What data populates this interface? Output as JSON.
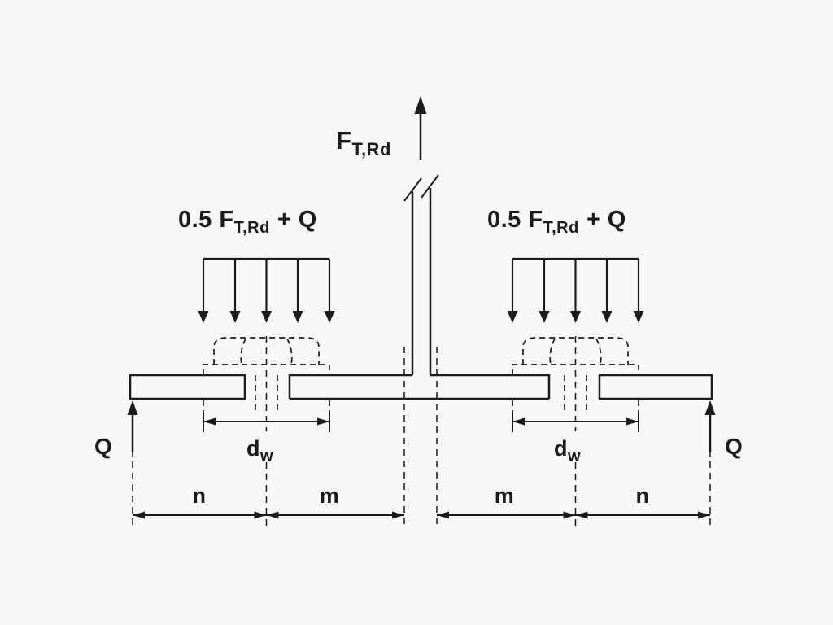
{
  "labels": {
    "tension_force": {
      "main": "F",
      "sub": "T,Rd"
    },
    "left_load": {
      "main": "0.5 F",
      "sub": "T,Rd",
      "tail": "+ Q"
    },
    "right_load": {
      "main": "0.5 F",
      "sub": "T,Rd",
      "tail": "+ Q"
    },
    "left_prying": "Q",
    "right_prying": "Q",
    "left_bolt_dia": {
      "main": "d",
      "sub": "w"
    },
    "right_bolt_dia": {
      "main": "d",
      "sub": "w"
    },
    "left_dim_n": "n",
    "left_dim_m": "m",
    "right_dim_m": "m",
    "right_dim_n": "n"
  },
  "colors": {
    "line": "#1b1b1b",
    "bg": "#f8f8f7"
  }
}
